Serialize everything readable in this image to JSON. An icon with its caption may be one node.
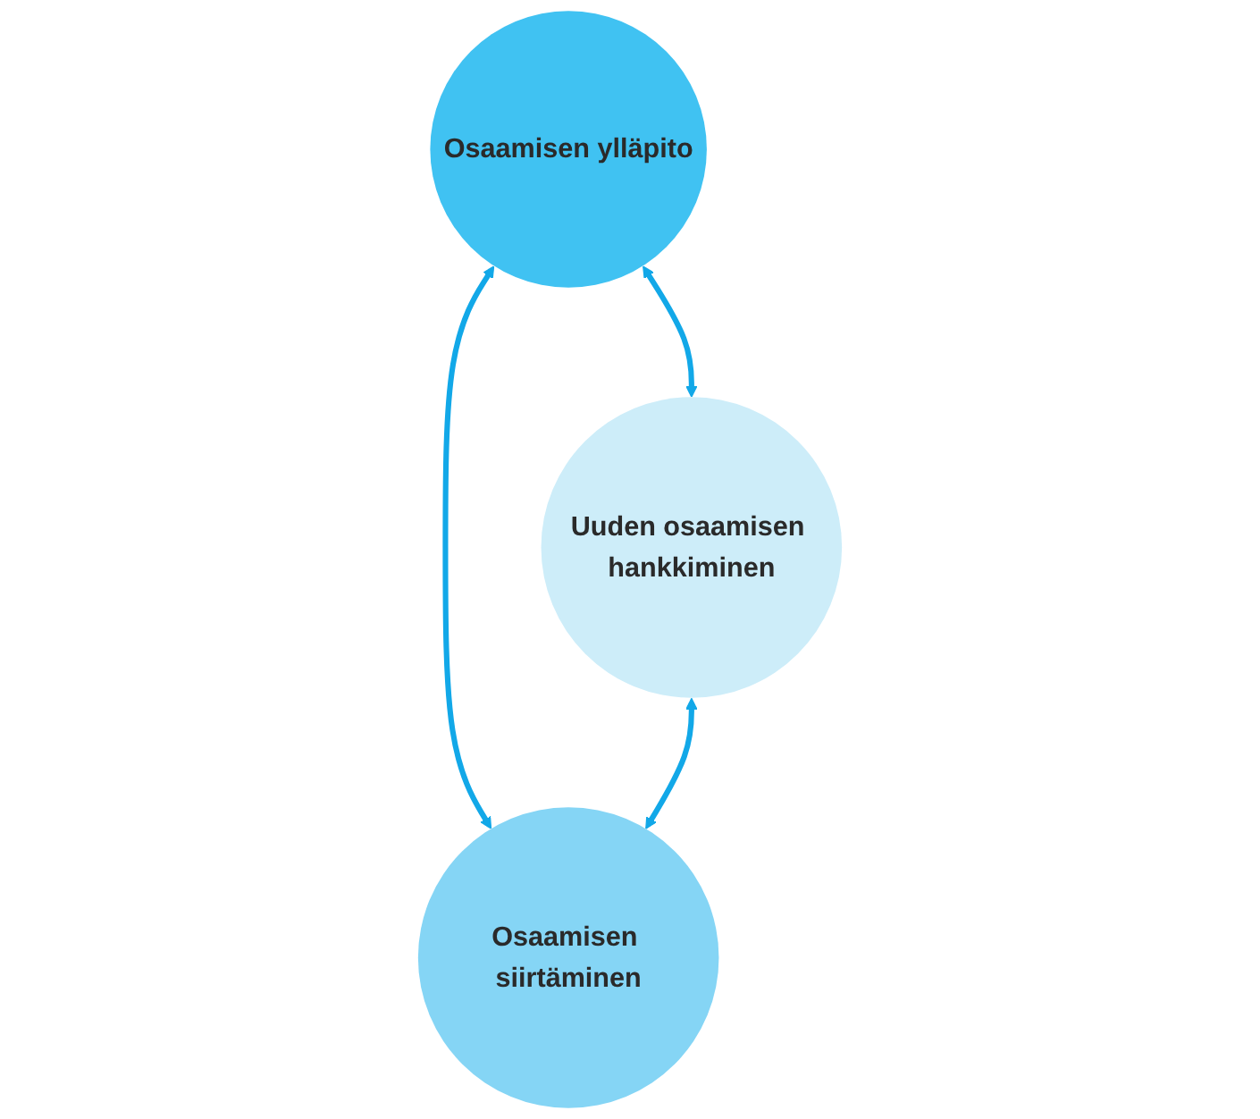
{
  "diagram": {
    "nodes": [
      {
        "text": [
          "Osaamisen ylläpito"
        ]
      },
      {
        "text": [
          "Uuden osaamisen hankkiminen"
        ]
      },
      {
        "text": [
          "Osaamisen siirtäminen"
        ]
      }
    ],
    "edges": [
      {
        "from": 0,
        "to": 1,
        "arrow": "both"
      },
      {
        "from": 0,
        "to": 2,
        "arrow": "both"
      },
      {
        "from": 1,
        "to": 2,
        "arrow": "both"
      }
    ]
  }
}
